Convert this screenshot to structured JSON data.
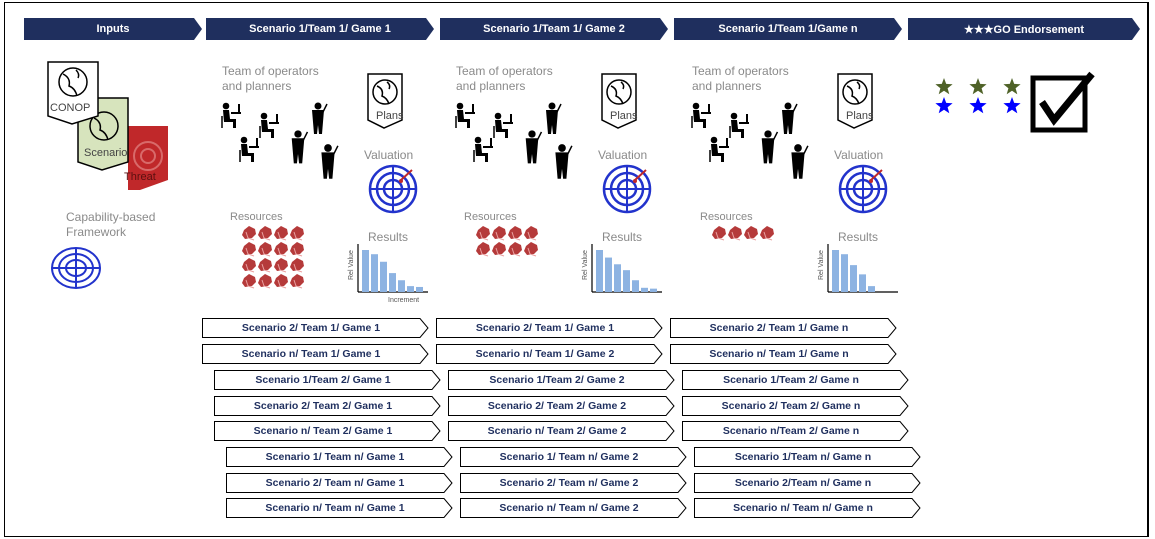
{
  "headers": [
    {
      "label": "Inputs"
    },
    {
      "label": "Scenario 1/Team 1/ Game 1"
    },
    {
      "label": "Scenario 1/Team 1/ Game 2"
    },
    {
      "label": "Scenario 1/Team 1/Game n"
    },
    {
      "label": "★★★GO Endorsement"
    }
  ],
  "inputs": {
    "conop_label": "CONOP",
    "scenario_label": "Scenario",
    "threat_label": "Threat",
    "framework_label": "Capability-based\nFramework"
  },
  "columns": [
    {
      "team_label": "Team of operators\nand planners",
      "plans_label": "Plans",
      "valuation_label": "Valuation",
      "resources_label": "Resources",
      "results_label": "Results",
      "y_axis": "Rel Value",
      "x_axis": "Increment",
      "bars": [
        1.0,
        0.9,
        0.72,
        0.45,
        0.28,
        0.14,
        0.12
      ]
    },
    {
      "team_label": "Team of operators\nand planners",
      "plans_label": "Plans",
      "valuation_label": "Valuation",
      "resources_label": "Resources",
      "results_label": "Results",
      "y_axis": "Rel Value",
      "x_axis": "",
      "bars": [
        1.0,
        0.82,
        0.66,
        0.52,
        0.28,
        0.1,
        0.08
      ]
    },
    {
      "team_label": "Team of operators\nand planners",
      "plans_label": "Plans",
      "valuation_label": "Valuation",
      "resources_label": "Resources",
      "results_label": "Results",
      "y_axis": "Rel Value",
      "x_axis": "",
      "bars": [
        1.0,
        0.9,
        0.64,
        0.42,
        0.14
      ]
    }
  ],
  "endorsement": {
    "green_stars": 3,
    "blue_stars": 3,
    "star_green": "#4f6228",
    "star_blue": "#0000ff"
  },
  "games": [
    [
      "Scenario 2/ Team 1/ Game 1",
      "Scenario 2/ Team 1/ Game 1",
      "Scenario 2/ Team 1/ Game n"
    ],
    [
      "Scenario n/ Team 1/ Game 1",
      "Scenario n/ Team 1/ Game 2",
      "Scenario n/ Team 1/ Game n"
    ],
    [
      "Scenario 1/Team 2/ Game 1",
      "Scenario 1/Team 2/ Game 2",
      "Scenario 1/Team 2/ Game n"
    ],
    [
      "Scenario 2/ Team 2/ Game 1",
      "Scenario 2/ Team 2/ Game 2",
      "Scenario 2/ Team 2/ Game n"
    ],
    [
      "Scenario n/ Team 2/ Game 1",
      "Scenario n/ Team 2/ Game 2",
      "Scenario n/Team 2/ Game n"
    ],
    [
      "Scenario 1/ Team n/ Game 1",
      "Scenario 1/ Team n/ Game 2",
      "Scenario 1/Team n/ Game n"
    ],
    [
      "Scenario 2/ Team n/ Game 1",
      "Scenario 2/ Team n/ Game 2",
      "Scenario 2/Team n/ Game n"
    ],
    [
      "Scenario n/ Team n/ Game 1",
      "Scenario n/ Team n/ Game 2",
      "Scenario n/ Team n/ Game n"
    ]
  ],
  "colors": {
    "header": "#1f2f5e",
    "target_blue": "#2233cc",
    "threat_red": "#c0282a",
    "scenario_green": "#d7e4bd",
    "bar_blue": "#8db3e2",
    "resource_red": "#b53a3a"
  }
}
